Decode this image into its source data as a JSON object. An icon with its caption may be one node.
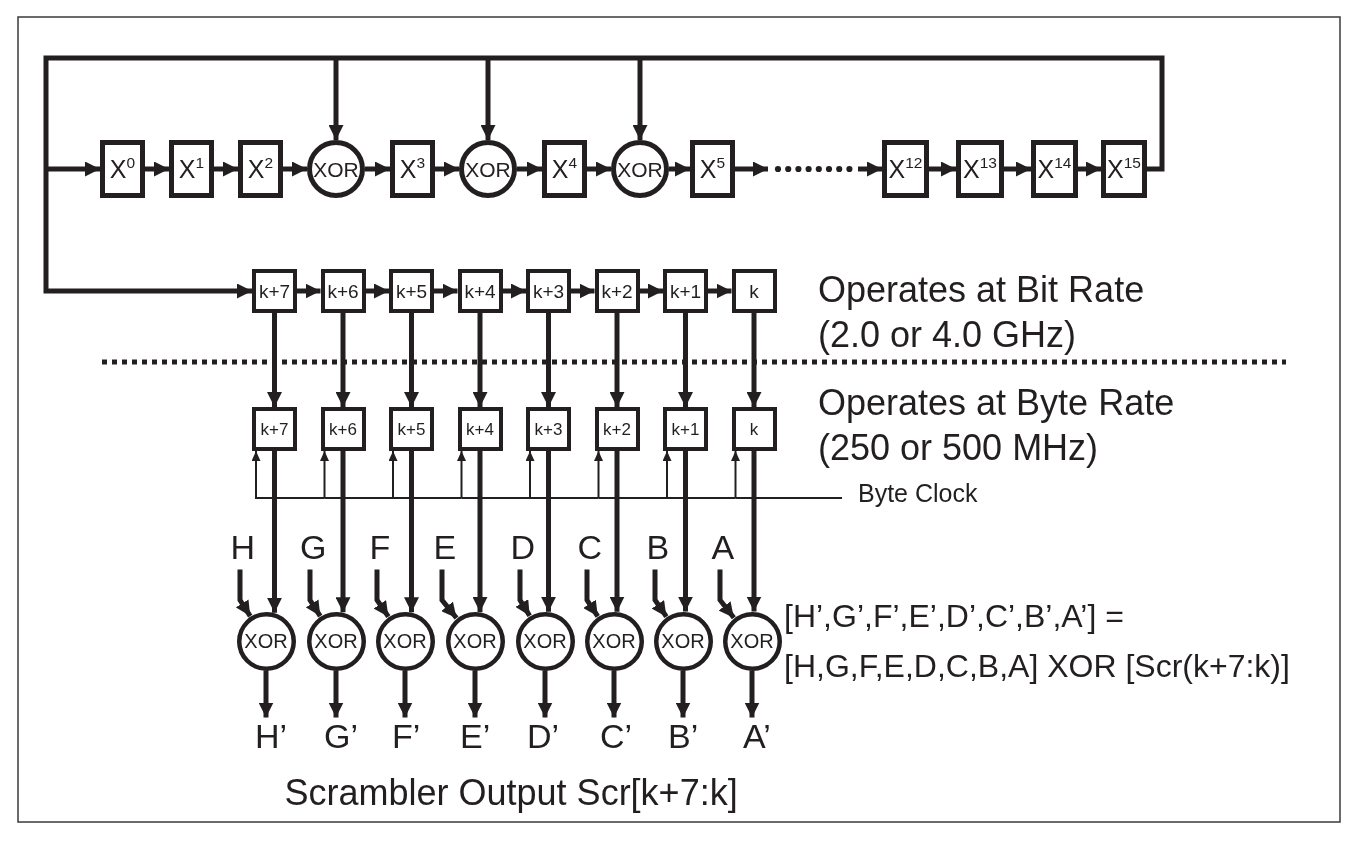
{
  "diagram": {
    "nodes": [
      {
        "text": [
          "X$^{0}$"
        ]
      },
      {
        "text": [
          "X$^{1}$"
        ]
      },
      {
        "text": [
          "X$^{2}$"
        ]
      },
      {
        "text": [
          "XOR"
        ]
      },
      {
        "text": [
          "X$^{3}$"
        ]
      },
      {
        "text": [
          "XOR"
        ]
      },
      {
        "text": [
          "X$^{4}$"
        ]
      },
      {
        "text": [
          "XOR"
        ]
      },
      {
        "text": [
          "X$^{5}$"
        ]
      },
      {
        "text": [
          "X$^{12}$"
        ]
      },
      {
        "text": [
          "X$^{13}$"
        ]
      },
      {
        "text": [
          "X$^{14}$"
        ]
      },
      {
        "text": [
          "X$^{15}$"
        ]
      },
      {
        "text": [
          "k+7"
        ]
      },
      {
        "text": [
          "k+6"
        ]
      },
      {
        "text": [
          "k+5"
        ]
      },
      {
        "text": [
          "k+4"
        ]
      },
      {
        "text": [
          "k+3"
        ]
      },
      {
        "text": [
          "k+2"
        ]
      },
      {
        "text": [
          "k+1"
        ]
      },
      {
        "text": [
          "k"
        ]
      },
      {
        "text": [
          "k+7"
        ]
      },
      {
        "text": [
          "k+6"
        ]
      },
      {
        "text": [
          "k+5"
        ]
      },
      {
        "text": [
          "k+4"
        ]
      },
      {
        "text": [
          "k+3"
        ]
      },
      {
        "text": [
          "k+2"
        ]
      },
      {
        "text": [
          "k+1"
        ]
      },
      {
        "text": [
          "k"
        ]
      },
      {
        "text": [
          "Byte Clock"
        ]
      },
      {
        "text": [
          "H"
        ]
      },
      {
        "text": [
          "G"
        ]
      },
      {
        "text": [
          "F"
        ]
      },
      {
        "text": [
          "E"
        ]
      },
      {
        "text": [
          "D"
        ]
      },
      {
        "text": [
          "C"
        ]
      },
      {
        "text": [
          "B"
        ]
      },
      {
        "text": [
          "A"
        ]
      },
      {
        "text": [
          "XOR"
        ]
      },
      {
        "text": [
          "XOR"
        ]
      },
      {
        "text": [
          "XOR"
        ]
      },
      {
        "text": [
          "XOR"
        ]
      },
      {
        "text": [
          "XOR"
        ]
      },
      {
        "text": [
          "XOR"
        ]
      },
      {
        "text": [
          "XOR"
        ]
      },
      {
        "text": [
          "XOR"
        ]
      },
      {
        "text": [
          "H’"
        ]
      },
      {
        "text": [
          "G’"
        ]
      },
      {
        "text": [
          "F’"
        ]
      },
      {
        "text": [
          "E’"
        ]
      },
      {
        "text": [
          "D’"
        ]
      },
      {
        "text": [
          "C’"
        ]
      },
      {
        "text": [
          "B’"
        ]
      },
      {
        "text": [
          "A’"
        ]
      }
    ],
    "edges": [
      {
        "from": 0,
        "to": 1,
        "arrow": "to"
      },
      {
        "from": 1,
        "to": 2,
        "arrow": "to"
      },
      {
        "from": 2,
        "to": 3,
        "arrow": "to"
      },
      {
        "from": 3,
        "to": 4,
        "arrow": "to"
      },
      {
        "from": 4,
        "to": 5,
        "arrow": "to"
      },
      {
        "from": 5,
        "to": 6,
        "arrow": "to"
      },
      {
        "from": 6,
        "to": 7,
        "arrow": "to"
      },
      {
        "from": 7,
        "to": 8,
        "arrow": "to"
      },
      {
        "from": 8,
        "to": null,
        "arrow": "to"
      },
      {
        "from": null,
        "to": 9,
        "arrow": "to"
      },
      {
        "from": 9,
        "to": 10,
        "arrow": "to"
      },
      {
        "from": 10,
        "to": 11,
        "arrow": "to"
      },
      {
        "from": 11,
        "to": 12,
        "arrow": "to"
      },
      {
        "from": 12,
        "to": 0,
        "arrow": "to"
      },
      {
        "from": 12,
        "to": 3,
        "arrow": "to"
      },
      {
        "from": 12,
        "to": 5,
        "arrow": "to"
      },
      {
        "from": 12,
        "to": 7,
        "arrow": "to"
      },
      {
        "from": 12,
        "to": 13,
        "arrow": "to"
      },
      {
        "from": 13,
        "to": 14,
        "arrow": "to"
      },
      {
        "from": 14,
        "to": 15,
        "arrow": "to"
      },
      {
        "from": 15,
        "to": 16,
        "arrow": "to"
      },
      {
        "from": 16,
        "to": 17,
        "arrow": "to"
      },
      {
        "from": 17,
        "to": 18,
        "arrow": "to"
      },
      {
        "from": 18,
        "to": 19,
        "arrow": "to"
      },
      {
        "from": 19,
        "to": 20,
        "arrow": "to"
      },
      {
        "from": 13,
        "to": 21,
        "arrow": "to"
      },
      {
        "from": 14,
        "to": 22,
        "arrow": "to"
      },
      {
        "from": 15,
        "to": 23,
        "arrow": "to"
      },
      {
        "from": 16,
        "to": 24,
        "arrow": "to"
      },
      {
        "from": 17,
        "to": 25,
        "arrow": "to"
      },
      {
        "from": 18,
        "to": 26,
        "arrow": "to"
      },
      {
        "from": 19,
        "to": 27,
        "arrow": "to"
      },
      {
        "from": 20,
        "to": 28,
        "arrow": "to"
      },
      {
        "from": 29,
        "to": 21,
        "arrow": "to"
      },
      {
        "from": 29,
        "to": 22,
        "arrow": "to"
      },
      {
        "from": 29,
        "to": 23,
        "arrow": "to"
      },
      {
        "from": 29,
        "to": 24,
        "arrow": "to"
      },
      {
        "from": 29,
        "to": 25,
        "arrow": "to"
      },
      {
        "from": 29,
        "to": 26,
        "arrow": "to"
      },
      {
        "from": 29,
        "to": 27,
        "arrow": "to"
      },
      {
        "from": 29,
        "to": 28,
        "arrow": "to"
      },
      {
        "from": 30,
        "to": 38,
        "arrow": "to"
      },
      {
        "from": 31,
        "to": 39,
        "arrow": "to"
      },
      {
        "from": 32,
        "to": 40,
        "arrow": "to"
      },
      {
        "from": 33,
        "to": 41,
        "arrow": "to"
      },
      {
        "from": 34,
        "to": 42,
        "arrow": "to"
      },
      {
        "from": 35,
        "to": 43,
        "arrow": "to"
      },
      {
        "from": 36,
        "to": 44,
        "arrow": "to"
      },
      {
        "from": 37,
        "to": 45,
        "arrow": "to"
      },
      {
        "from": 21,
        "to": 38,
        "arrow": "to"
      },
      {
        "from": 22,
        "to": 39,
        "arrow": "to"
      },
      {
        "from": 23,
        "to": 40,
        "arrow": "to"
      },
      {
        "from": 24,
        "to": 41,
        "arrow": "to"
      },
      {
        "from": 25,
        "to": 42,
        "arrow": "to"
      },
      {
        "from": 26,
        "to": 43,
        "arrow": "to"
      },
      {
        "from": 27,
        "to": 44,
        "arrow": "to"
      },
      {
        "from": 28,
        "to": 45,
        "arrow": "to"
      },
      {
        "from": 38,
        "to": 46,
        "arrow": "to"
      },
      {
        "from": 39,
        "to": 47,
        "arrow": "to"
      },
      {
        "from": 40,
        "to": 48,
        "arrow": "to"
      },
      {
        "from": 41,
        "to": 49,
        "arrow": "to"
      },
      {
        "from": 42,
        "to": 50,
        "arrow": "to"
      },
      {
        "from": 43,
        "to": 51,
        "arrow": "to"
      },
      {
        "from": 44,
        "to": 52,
        "arrow": "to"
      },
      {
        "from": 45,
        "to": 53,
        "arrow": "to"
      }
    ],
    "labels": [
      "Operates at Bit Rate (2.0 or 4.0 GHz)",
      "Operates at Byte Rate (250 or 500 MHz)",
      "[H’,G’,F’,E’,D’,C’,B’,A’] = [H,G,F,E,D,C,B,A] XOR [Scr(k+7:k)]",
      "Scrambler Output Scr[k+7:k]"
    ]
  }
}
